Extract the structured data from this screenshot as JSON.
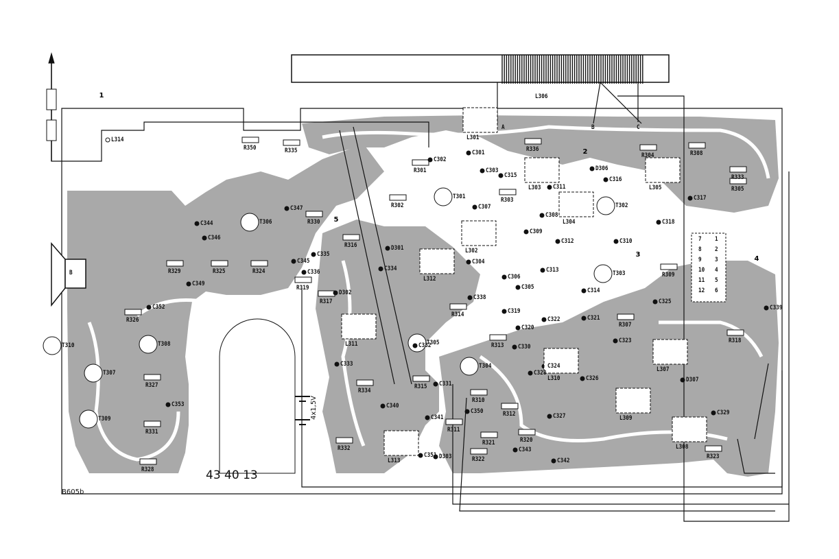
{
  "diagram": {
    "board_number": "43 40 13",
    "drawing_code": "B605b",
    "battery_label": "4x1,5V",
    "ferrite_coil_label": "L306",
    "rod_taps": [
      "A",
      "B",
      "C"
    ],
    "markers": [
      "1",
      "2",
      "3",
      "4",
      "5"
    ],
    "connector_pins_left": [
      "7",
      "8",
      "9",
      "10",
      "11",
      "12"
    ],
    "connector_pins_right": [
      "1",
      "2",
      "3",
      "4",
      "5",
      "6"
    ],
    "speaker_label": "B",
    "components": [
      "L314",
      "R350",
      "R335",
      "C344",
      "T306",
      "C347",
      "R330",
      "C346",
      "C345",
      "R329",
      "R325",
      "R324",
      "C349",
      "C352",
      "R326",
      "T310",
      "T308",
      "T307",
      "R327",
      "C353",
      "T309",
      "R331",
      "R328",
      "R301",
      "C302",
      "L301",
      "C301",
      "R336",
      "T301",
      "R302",
      "C303",
      "C315",
      "R303",
      "C307",
      "L303",
      "C308",
      "L302",
      "C304",
      "C311",
      "D306",
      "C316",
      "T302",
      "L304",
      "C309",
      "C312",
      "C310",
      "R304",
      "L305",
      "C318",
      "C317",
      "R308",
      "R333",
      "R305",
      "T303",
      "R309",
      "C325",
      "C339",
      "R307",
      "C323",
      "R318",
      "L307",
      "D307",
      "L308",
      "C329",
      "R323",
      "C306",
      "C305",
      "C313",
      "C314",
      "C319",
      "C320",
      "C322",
      "C321",
      "C338",
      "R314",
      "T305",
      "R313",
      "C330",
      "C324",
      "C326",
      "L310",
      "L309",
      "C327",
      "C328",
      "T304",
      "R310",
      "C350",
      "C331",
      "R312",
      "R311",
      "C341",
      "D303",
      "C351",
      "R321",
      "R320",
      "C343",
      "R322",
      "C342",
      "L313",
      "R332",
      "C340",
      "R334",
      "R315",
      "C333",
      "L311",
      "C332",
      "L312",
      "C334",
      "D301",
      "R316",
      "C335",
      "C336",
      "R319",
      "R317",
      "D302"
    ],
    "colors": {
      "board": "#a9a9a9",
      "ink": "#111111",
      "paper": "#ffffff"
    }
  }
}
